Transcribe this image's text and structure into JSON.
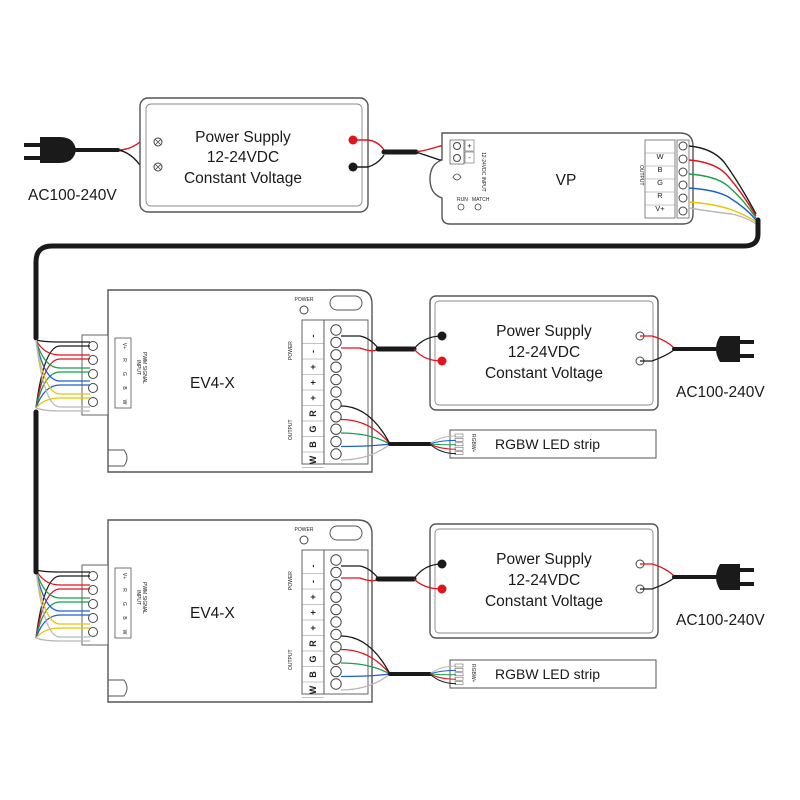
{
  "power_supply": {
    "line1": "Power Supply",
    "line2": "12-24VDC",
    "line3": "Constant Voltage"
  },
  "ac_label": "AC100-240V",
  "controller": {
    "name": "VP",
    "run_label": "RUN",
    "match_label": "MATCH",
    "input_label": "12-24VDC INPUT",
    "output_label": "OUTPUT",
    "output_terms": [
      "W",
      "B",
      "G",
      "R",
      "V+"
    ],
    "input_terms": [
      "+",
      "-"
    ]
  },
  "amplifier": {
    "name": "EV4-X",
    "power_label": "POWER",
    "input_label": "INPUT",
    "pwm_label": "PWM SIGNAL",
    "output_label": "OUTPUT",
    "output_terms": [
      "W",
      "B",
      "G",
      "R",
      "+",
      "+",
      "+",
      "-",
      "-"
    ],
    "input_terms": [
      "V+",
      "R",
      "G",
      "B",
      "W"
    ]
  },
  "strip": {
    "label": "RGBW LED strip",
    "pins": "RGBW+"
  },
  "colors": {
    "red": "#e0141c",
    "green": "#16a04a",
    "blue": "#1f5fd0",
    "yellow": "#e8c400",
    "white_wire": "#b8b8b8",
    "black": "#1a1a1a"
  }
}
